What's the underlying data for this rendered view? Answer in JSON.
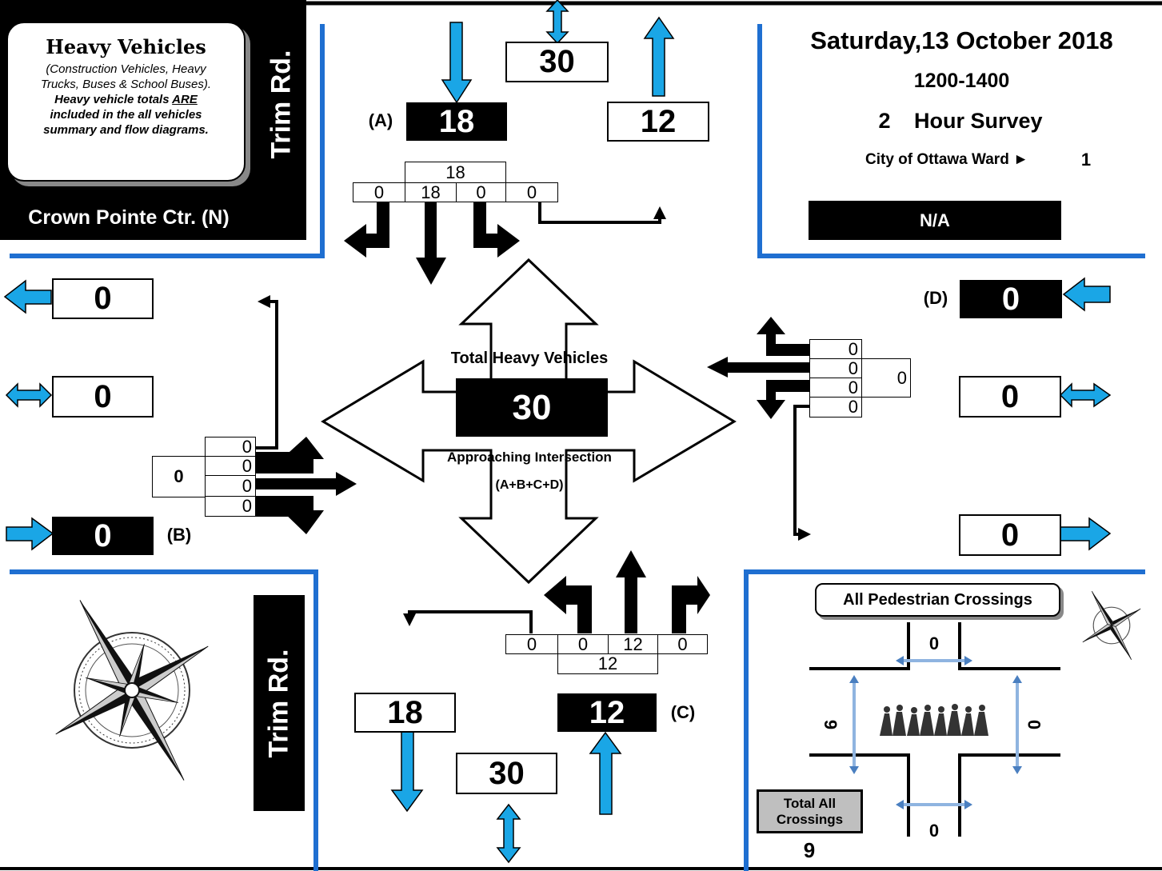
{
  "legend": {
    "title": "Heavy Vehicles",
    "line1": "(Construction Vehicles, Heavy",
    "line2": "Trucks, Buses & School Buses).",
    "line3_pre": "Heavy vehicle totals ",
    "line3_are": "ARE",
    "line4": "included in the all vehicles",
    "line5": "summary and flow diagrams."
  },
  "roads": {
    "north_label": "Crown Pointe Ctr. (N)",
    "trim_top": "Trim Rd.",
    "trim_bottom": "Trim Rd."
  },
  "header": {
    "date": "Saturday,13 October 2018",
    "time": "1200-1400",
    "hours": "2",
    "hour_survey": "Hour Survey",
    "ward_label": "City of Ottawa Ward ►",
    "ward": "1",
    "na": "N/A"
  },
  "north": {
    "label": "(A)",
    "approach": "18",
    "exit": "12",
    "total": "30",
    "sum": "18",
    "movements": [
      "0",
      "18",
      "0",
      "0"
    ]
  },
  "west": {
    "label": "(B)",
    "approach": "0",
    "exit": "0",
    "total": "0",
    "sum": "0",
    "movements": [
      "0",
      "0",
      "0",
      "0"
    ]
  },
  "south": {
    "label": "(C)",
    "approach": "12",
    "exit": "18",
    "total": "30",
    "sum": "12",
    "movements": [
      "0",
      "0",
      "12",
      "0"
    ]
  },
  "east": {
    "label": "(D)",
    "approach": "0",
    "exit": "0",
    "total": "0",
    "sum": "0",
    "movements": [
      "0",
      "0",
      "0",
      "0"
    ]
  },
  "center": {
    "title": "Total Heavy Vehicles",
    "total": "30",
    "sub": "Approaching Intersection",
    "formula": "(A+B+C+D)"
  },
  "pedestrians": {
    "title": "All Pedestrian Crossings",
    "north": "0",
    "south": "0",
    "west": "9",
    "east": "0",
    "total_label_1": "Total All",
    "total_label_2": "Crossings",
    "total": "9"
  },
  "colors": {
    "accent_blue": "#1f6fd1",
    "arrow_blue": "#1aa6e6",
    "black": "#000000"
  },
  "icons": {
    "compass_large": "compass-rose-icon",
    "compass_small": "compass-rose-icon",
    "pedestrians": "pedestrians-icon"
  }
}
